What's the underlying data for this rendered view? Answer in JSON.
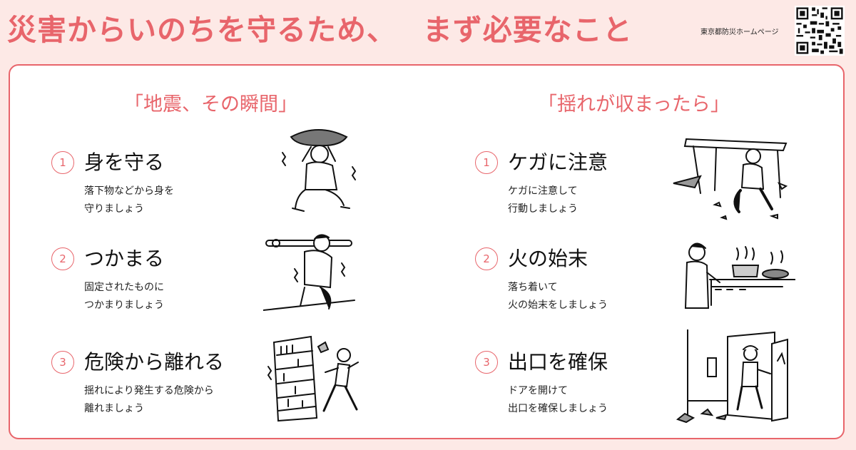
{
  "header": {
    "title": "災害からいのちを守るため、　 まず必要なこと",
    "site_label": "東京都防災ホームページ"
  },
  "colors": {
    "accent": "#e8656b",
    "background": "#fde9e6",
    "panel": "#ffffff"
  },
  "left": {
    "heading": "「地震、その瞬間」",
    "items": [
      {
        "num": "1",
        "title": "身を守る",
        "desc1": "落下物などから身を",
        "desc2": "守りましょう"
      },
      {
        "num": "2",
        "title": "つかまる",
        "desc1": "固定されたものに",
        "desc2": "つかまりましょう"
      },
      {
        "num": "3",
        "title": "危険から離れる",
        "desc1": "揺れにより発生する危険から",
        "desc2": "離れましょう"
      }
    ]
  },
  "right": {
    "heading": "「揺れが収まったら」",
    "items": [
      {
        "num": "1",
        "title": "ケガに注意",
        "desc1": "ケガに注意して",
        "desc2": "行動しましょう"
      },
      {
        "num": "2",
        "title": "火の始末",
        "desc1": "落ち着いて",
        "desc2": "火の始末をしましょう"
      },
      {
        "num": "3",
        "title": "出口を確保",
        "desc1": "ドアを開けて",
        "desc2": "出口を確保しましょう"
      }
    ]
  }
}
